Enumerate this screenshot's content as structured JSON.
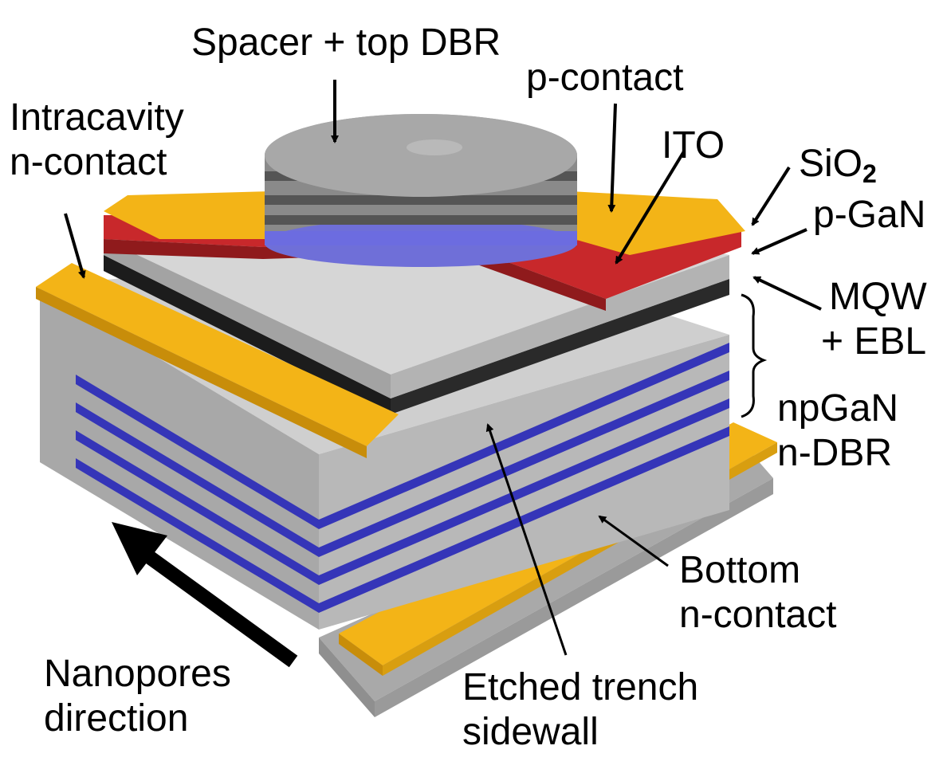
{
  "labels": {
    "spacer_top_dbr": "Spacer + top DBR",
    "p_contact": "p-contact",
    "intracavity_line1": "Intracavity",
    "intracavity_line2": "n-contact",
    "ito": "ITO",
    "sio2_base": "SiO",
    "sio2_sub": "2",
    "p_gan": "p-GaN",
    "mqw_line1": "MQW",
    "mqw_line2": "+ EBL",
    "npgan": "npGaN",
    "n_dbr": "n-DBR",
    "bottom_line1": "Bottom",
    "bottom_line2": "n-contact",
    "nanopores_line1": "Nanopores",
    "nanopores_line2": "direction",
    "etched_line1": "Etched trench",
    "etched_line2": "sidewall"
  },
  "colors": {
    "gold_contact": "#f3b417",
    "ito_red": "#c8282b",
    "gan_gray": "#b9b9b9",
    "dbr_blue": "#3535b8",
    "dark_layer": "#555555"
  }
}
